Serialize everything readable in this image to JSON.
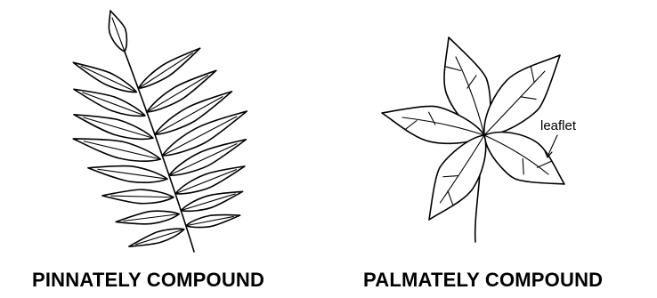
{
  "figures": [
    {
      "caption": "PINNATELY COMPOUND",
      "leaflet_count": 17
    },
    {
      "caption": "PALMATELY COMPOUND",
      "leaflet_count": 5,
      "annotation": "leaflet"
    }
  ]
}
